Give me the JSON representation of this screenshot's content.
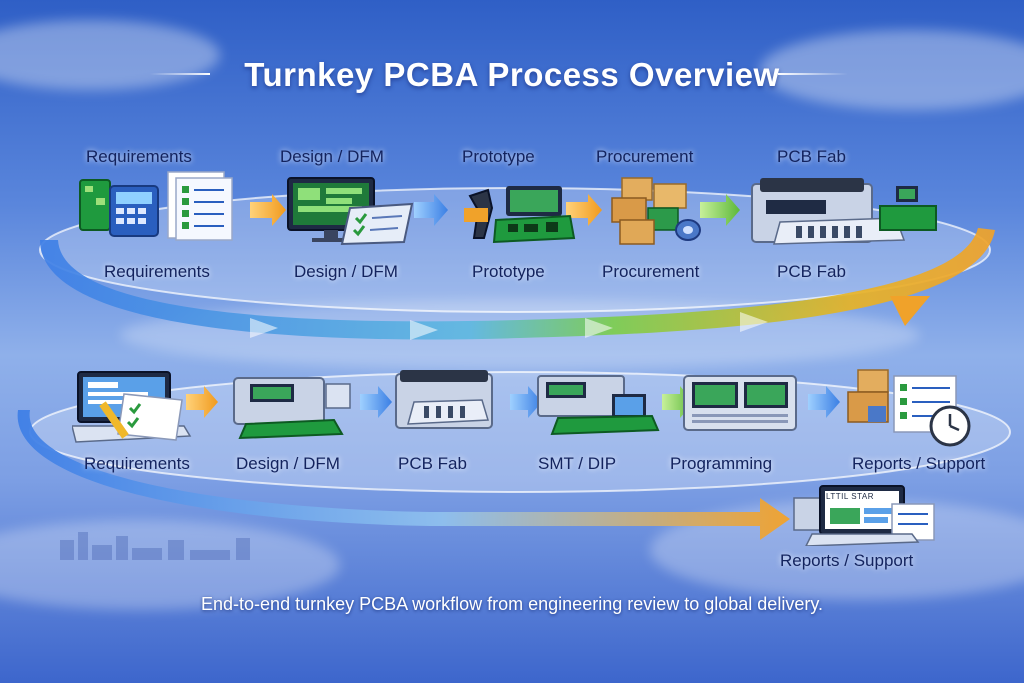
{
  "title": "Turnkey PCBA Process Overview",
  "top_row": {
    "upper_labels": [
      "Requirements",
      "Design / DFM",
      "Prototype",
      "Procurement",
      "PCB Fab"
    ],
    "lower_labels": [
      "Requirements",
      "Design / DFM",
      "Prototype",
      "Procurement",
      "PCB Fab"
    ]
  },
  "bottom_row": {
    "labels": [
      "Requirements",
      "Design / DFM",
      "PCB Fab",
      "SMT / DIP",
      "Programming",
      "Reports / Support"
    ],
    "final_label": "Reports / Support",
    "final_screen_text": "LTTIL STAR"
  },
  "caption": "End-to-end turnkey PCBA workflow from engineering review to global delivery.",
  "colors": {
    "accent_blue": "#2f6fe0",
    "accent_green": "#6cc84a",
    "accent_orange": "#f3a22a",
    "pcb_green": "#1f9a3e",
    "text_dark": "#13235e"
  },
  "icons": [
    "documents-icon",
    "monitor-icon",
    "scanner-icon",
    "boxes-icon",
    "printer-machine-icon",
    "laptop-icon",
    "clock-icon"
  ]
}
